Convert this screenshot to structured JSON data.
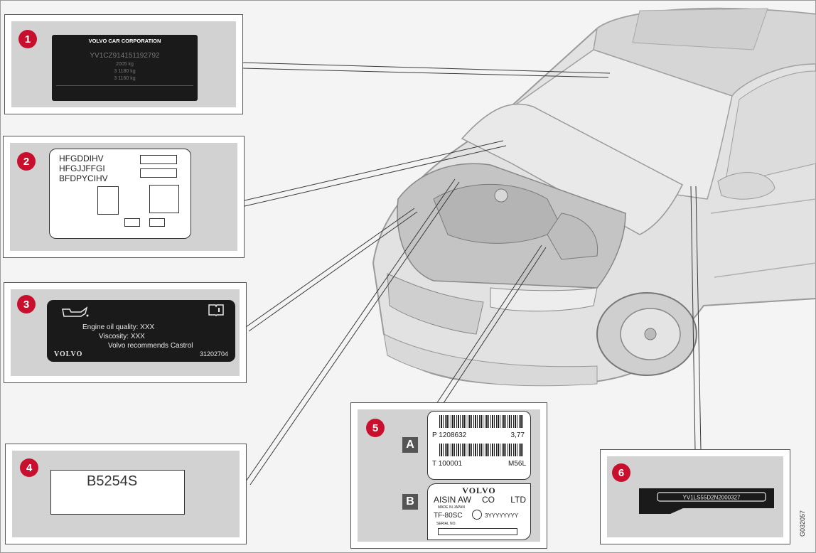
{
  "labels": {
    "1": {
      "number": "1",
      "heading": "VOLVO CAR CORPORATION",
      "vin": "YV1CZ914151192792",
      "line_a": "2005 kg",
      "line_b": "3 1180 kg",
      "line_c": "3 1160 kg"
    },
    "2": {
      "number": "2",
      "line1": "HFGDDIHV",
      "line2": "HFGJJFFGI",
      "line3": "BFDPYCIHV"
    },
    "3": {
      "number": "3",
      "oil_quality": "Engine oil quality: XXX",
      "viscosity": "Viscosity: XXX",
      "recommend": "Volvo recommends Castrol",
      "brand": "VOLVO",
      "part_number": "31202704"
    },
    "4": {
      "number": "4",
      "engine_code": "B5254S"
    },
    "5": {
      "number": "5",
      "a": {
        "letter": "A",
        "p_code": "P 1208632",
        "ratio": "3,77",
        "t_code": "T 100001",
        "model": "M56L"
      },
      "b": {
        "letter": "B",
        "brand": "VOLVO",
        "maker": "AISIN AW",
        "co": "CO",
        "ltd": "LTD",
        "made_in": "MADE IN JAPAN",
        "model": "TF-80SC",
        "serial": "3YYYYYYYY",
        "serial_label": "SERIAL NO."
      }
    },
    "6": {
      "number": "6",
      "vin": "YV1LS55D2N2000327"
    }
  },
  "figure_id": "G032057",
  "colors": {
    "badge": "#c8102e",
    "panel_fill": "#d2d2d2",
    "label_dark": "#1a1a1a"
  }
}
